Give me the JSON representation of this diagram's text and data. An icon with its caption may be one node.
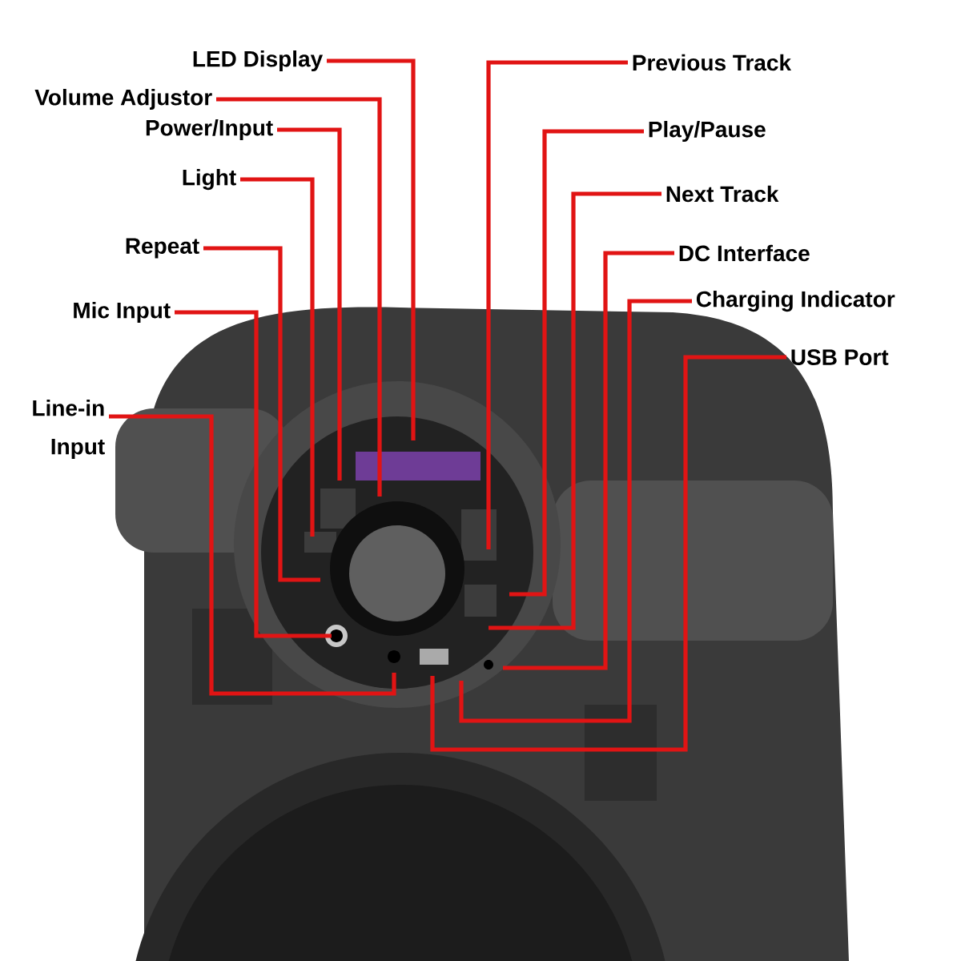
{
  "diagram": {
    "nodes": [
      {
        "text": [
          "LED Display"
        ]
      },
      {
        "text": [
          "Volume Adjustor"
        ]
      },
      {
        "text": [
          "Power/Input"
        ]
      },
      {
        "text": [
          "Light"
        ]
      },
      {
        "text": [
          "Repeat"
        ]
      },
      {
        "text": [
          "Mic Input"
        ]
      },
      {
        "text": [
          "Line-in Input"
        ]
      },
      {
        "text": [
          "Previous Track"
        ]
      },
      {
        "text": [
          "Play/Pause"
        ]
      },
      {
        "text": [
          "Next Track"
        ]
      },
      {
        "text": [
          "DC Interface"
        ]
      },
      {
        "text": [
          "Charging Indicator"
        ]
      },
      {
        "text": [
          "USB Port"
        ]
      }
    ],
    "edges": [
      {
        "from": 0,
        "to": null,
        "arrow": "none"
      },
      {
        "from": 1,
        "to": null,
        "arrow": "none"
      },
      {
        "from": 2,
        "to": null,
        "arrow": "none"
      },
      {
        "from": 3,
        "to": null,
        "arrow": "none"
      },
      {
        "from": 4,
        "to": null,
        "arrow": "none"
      },
      {
        "from": 5,
        "to": null,
        "arrow": "none"
      },
      {
        "from": 6,
        "to": null,
        "arrow": "none"
      },
      {
        "from": 7,
        "to": null,
        "arrow": "none"
      },
      {
        "from": 8,
        "to": null,
        "arrow": "none"
      },
      {
        "from": 9,
        "to": null,
        "arrow": "none"
      },
      {
        "from": 10,
        "to": null,
        "arrow": "none"
      },
      {
        "from": 11,
        "to": null,
        "arrow": "none"
      },
      {
        "from": 12,
        "to": null,
        "arrow": "none"
      }
    ]
  }
}
